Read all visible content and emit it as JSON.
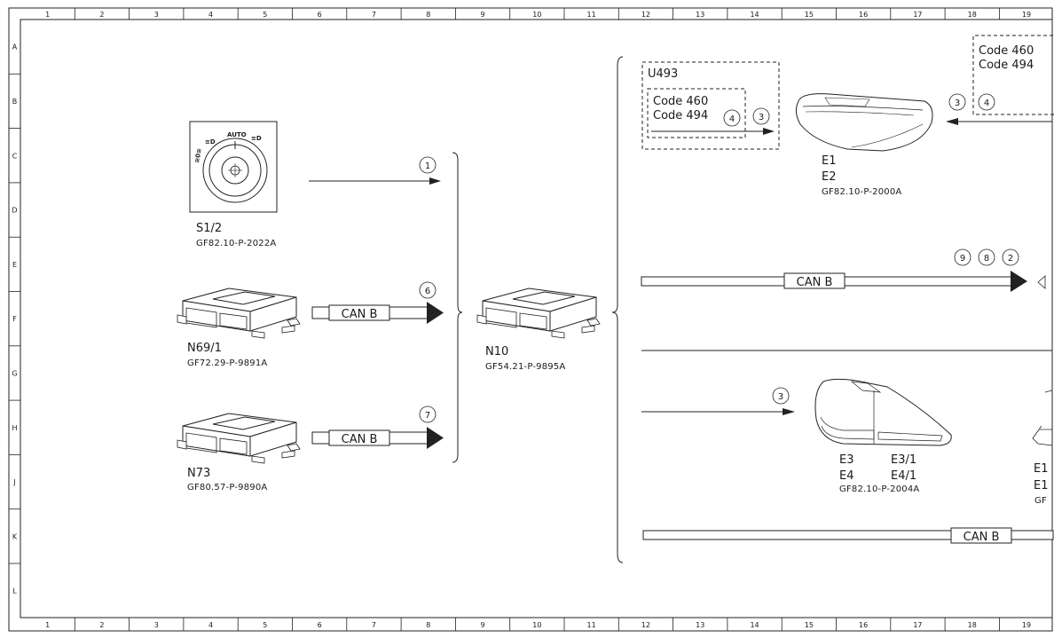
{
  "grid": {
    "columns": [
      "1",
      "2",
      "3",
      "4",
      "5",
      "6",
      "7",
      "8",
      "9",
      "10",
      "11",
      "12",
      "13",
      "14",
      "15",
      "16",
      "17",
      "18",
      "19"
    ],
    "rows": [
      "A",
      "B",
      "C",
      "D",
      "E",
      "F",
      "G",
      "H",
      "J",
      "K",
      "L"
    ]
  },
  "components": {
    "s1_2": {
      "name": "S1/2",
      "ref": "GF82.10-P-2022A",
      "switch_labels": {
        "auto": "AUTO",
        "pos_left": "≡D",
        "pos_right": "≡D",
        "side": "≡0≡"
      }
    },
    "n69_1": {
      "name": "N69/1",
      "ref": "GF72.29-P-9891A"
    },
    "n73": {
      "name": "N73",
      "ref": "GF80.57-P-9890A"
    },
    "n10": {
      "name": "N10",
      "ref": "GF54.21-P-9895A"
    },
    "u493": {
      "name": "U493"
    },
    "headlamp": {
      "name1": "E1",
      "name2": "E2",
      "ref": "GF82.10-P-2000A"
    },
    "taillamp": {
      "name1": "E3",
      "name2": "E4",
      "name3": "E3/1",
      "name4": "E4/1",
      "ref": "GF82.10-P-2004A"
    },
    "right_partial": {
      "name1": "E1",
      "name2": "E1",
      "ref": "GF"
    }
  },
  "codes": {
    "inner": {
      "line1": "Code 460",
      "line2": "Code 494"
    },
    "top_right": {
      "line1": "Code 460",
      "line2": "Code 494"
    }
  },
  "bus": {
    "label": "CAN B"
  },
  "markers": {
    "s1_arrow": "1",
    "n69_arrow": "6",
    "n73_arrow": "7",
    "u493_a": "4",
    "u493_b": "3",
    "right_a": "3",
    "right_b": "4",
    "can_a": "9",
    "can_b": "8",
    "can_c": "2",
    "tail": "3"
  }
}
